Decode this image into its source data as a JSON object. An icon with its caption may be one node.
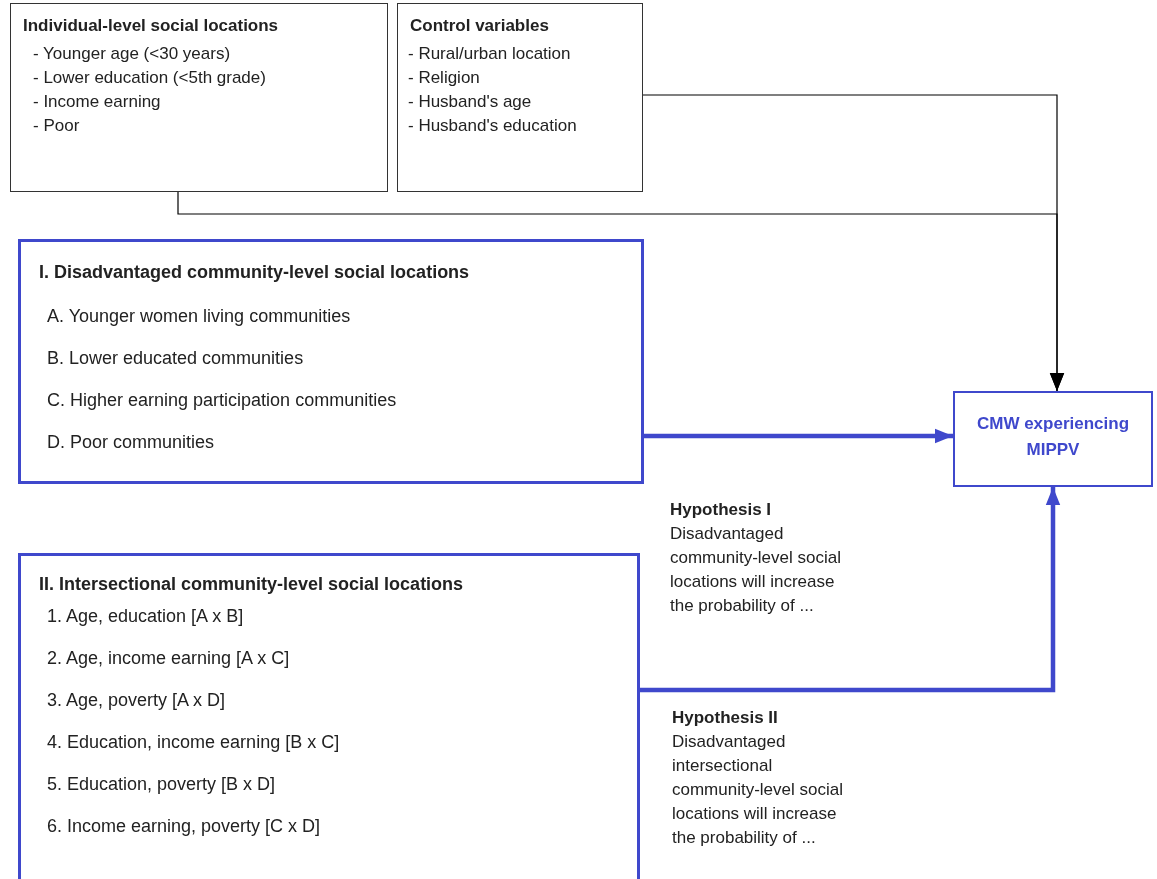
{
  "diagram": {
    "nodes": [
      {
        "text": [
          "Individual-level social locations",
          "- Younger age (<30 years)",
          "- Lower education (<5th grade)",
          "- Income earning",
          "- Poor"
        ]
      },
      {
        "text": [
          "Control variables",
          "- Rural/urban location",
          "- Religion",
          "- Husband's age",
          "- Husband's education"
        ]
      },
      {
        "text": [
          "I. Disadvantaged community-level social locations",
          "A. Younger women living communities",
          "B. Lower educated communities",
          "C. Higher earning participation communities",
          "D. Poor communities"
        ]
      },
      {
        "text": [
          "II. Intersectional community-level social locations",
          "1. Age, education  [A x B]",
          "2. Age, income earning  [A x C]",
          "3. Age, poverty  [A x D]",
          "4. Education, income earning  [B x C]",
          "5. Education, poverty  [B x D]",
          "6. Income earning, poverty  [C x D]"
        ]
      },
      {
        "text": [
          "CMW experiencing MIPPV"
        ]
      }
    ],
    "edges": [
      {
        "from": 0,
        "to": 4,
        "arrow": "to",
        "color": "#000000"
      },
      {
        "from": 1,
        "to": 4,
        "arrow": "to",
        "color": "#000000"
      },
      {
        "from": 2,
        "to": 4,
        "arrow": "to",
        "style": "thick",
        "color": "#3f48cc"
      },
      {
        "from": 3,
        "to": 4,
        "arrow": "to",
        "style": "thick",
        "color": "#3f48cc"
      }
    ],
    "labels": [
      "Hypothesis I",
      "Disadvantaged community-level social locations will increase the probability of ...",
      "Hypothesis II",
      "Disadvantaged intersectional community-level social locations will increase the probability of ..."
    ]
  }
}
